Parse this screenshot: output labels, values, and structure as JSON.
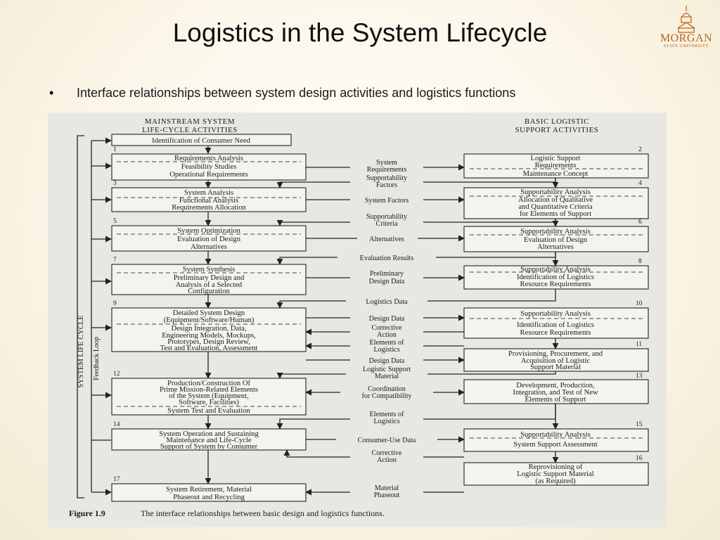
{
  "slide": {
    "title": "Logistics in the System Lifecycle",
    "bullet": "Interface relationships between system design activities and logistics functions"
  },
  "logo": {
    "name": "MORGAN",
    "sub": "STATE UNIVERSITY"
  },
  "figure": {
    "left_header": [
      "MAINSTREAM SYSTEM",
      "LIFE-CYCLE ACTIVITIES"
    ],
    "right_header": [
      "BASIC LOGISTIC",
      "SUPPORT ACTIVITIES"
    ],
    "side_label": "SYSTEM LIFE CYCLE",
    "feedback_label": "Feedback Loop",
    "top_box": "Identification of Consumer Need",
    "left_boxes": [
      {
        "num": "1",
        "lines": [
          "Requirements Analysis",
          "Feasibility Studies",
          "Operational Requirements"
        ]
      },
      {
        "num": "3",
        "lines": [
          "System Analysis",
          "Functional Analysis",
          "Requirements Allocation"
        ]
      },
      {
        "num": "5",
        "lines": [
          "System Optimization",
          "Evaluation of Design",
          "Alternatives"
        ]
      },
      {
        "num": "7",
        "lines": [
          "System Synthesis",
          "Preliminary Design and",
          "Analysis of a Selected",
          "Configuration"
        ]
      },
      {
        "num": "9",
        "lines": [
          "Detailed System Design",
          "(Equipment/Software/Human)",
          "Design Integration, Data,",
          "Engineering Models, Mockups,",
          "Prototypes, Design Review,",
          "Test and Evaluation, Assessment"
        ]
      },
      {
        "num": "12",
        "lines": [
          "Production/Construction Of",
          "Prime Mission-Related Elements",
          "of the System (Equipment,",
          "Software, Facilities)",
          "System Test and Evaluation"
        ]
      },
      {
        "num": "14",
        "lines": [
          "System Operation and Sustaining",
          "Maintenance and Life-Cycle",
          "Support of System by Consumer"
        ]
      },
      {
        "num": "17",
        "lines": [
          "System Retirement, Material",
          "Phaseout and Recycling"
        ]
      }
    ],
    "right_boxes": [
      {
        "num": "2",
        "lines": [
          "Logistic Support",
          "Requirements",
          "Maintenance Concept"
        ]
      },
      {
        "num": "4",
        "lines": [
          "Supportability Analysis",
          "Allocation of Qualitative",
          "and Quantitative Criteria",
          "for Elements of Support"
        ]
      },
      {
        "num": "6",
        "lines": [
          "Supportability Analysis",
          "Evaluation of Design",
          "Alternatives"
        ]
      },
      {
        "num": "8",
        "lines": [
          "Supportability Analysis",
          "Identification of Logistics",
          "Resource Requirements"
        ]
      },
      {
        "num": "10",
        "lines": [
          "Supportability Analysis",
          "Identification of Logistics",
          "Resource Requirements"
        ]
      },
      {
        "num": "11",
        "lines": [
          "Provisioning, Procurement, and",
          "Acquisition of Logistic",
          "Support Material"
        ]
      },
      {
        "num": "13",
        "lines": [
          "Development, Production,",
          "Integration, and Test of New",
          "Elements of Support"
        ]
      },
      {
        "num": "15",
        "lines": [
          "Supportability Analysis",
          "System Support Assessment"
        ]
      },
      {
        "num": "16",
        "lines": [
          "Reprovisioning of",
          "Logistic Support Material",
          "(as Required)"
        ]
      }
    ],
    "flows": [
      [
        "System",
        "Requirements"
      ],
      [
        "Supportability",
        "Factors"
      ],
      [
        "System Factors"
      ],
      [
        "Supportability",
        "Criteria"
      ],
      [
        "Alternatives"
      ],
      [
        "Evaluation Results"
      ],
      [
        "Preliminary",
        "Design Data"
      ],
      [
        "Logistics Data"
      ],
      [
        "Design Data"
      ],
      [
        "Corrective",
        "Action"
      ],
      [
        "Elements of",
        "Logistics"
      ],
      [
        "Design Data"
      ],
      [
        "Logistic Support",
        "Material"
      ],
      [
        "Coordination",
        "for Compatibility"
      ],
      [
        "Elements of",
        "Logistics"
      ],
      [
        "Consumer-Use Data"
      ],
      [
        "Corrective",
        "Action"
      ],
      [
        "Material",
        "Phaseout"
      ]
    ],
    "caption_label": "Figure 1.9",
    "caption_text": "The interface relationships between basic design and logistics functions."
  }
}
